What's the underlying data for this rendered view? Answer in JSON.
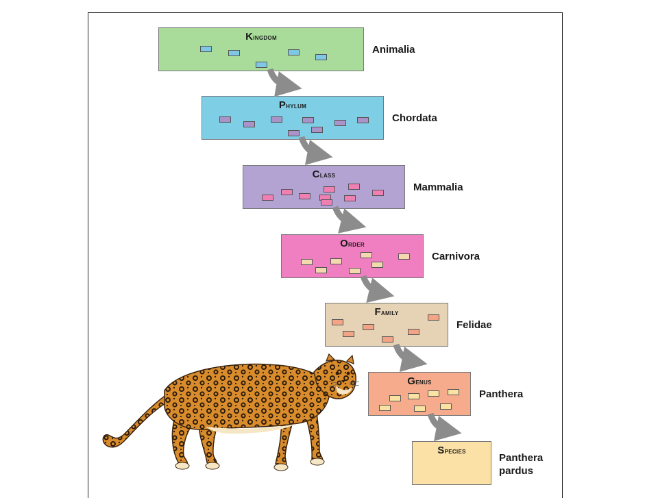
{
  "tiers": [
    {
      "rank": "Kingdom",
      "taxon": "Animalia",
      "fill": "#a9dc9b",
      "chip": "#7ec8e3"
    },
    {
      "rank": "Phylum",
      "taxon": "Chordata",
      "fill": "#7ecfe6",
      "chip": "#a993c8"
    },
    {
      "rank": "Class",
      "taxon": "Mammalia",
      "fill": "#b3a3d3",
      "chip": "#f07fb4"
    },
    {
      "rank": "Order",
      "taxon": "Carnivora",
      "fill": "#ef7fc1",
      "chip": "#f4d9b0"
    },
    {
      "rank": "Family",
      "taxon": "Felidae",
      "fill": "#e6d3b5",
      "chip": "#f2a487"
    },
    {
      "rank": "Genus",
      "taxon": "Panthera",
      "fill": "#f6ac8c",
      "chip": "#f9e2a2"
    },
    {
      "rank": "Species",
      "taxon_line1": "Panthera",
      "taxon_line2": "pardus",
      "fill": "#fbe1a6"
    }
  ],
  "colors": {
    "arrow": "#8c8c8c",
    "leopard_coat": "#d98c2b",
    "leopard_spot": "#2b1a0c",
    "leopard_belly": "#f5e7c6"
  },
  "illustration": "leopard-icon"
}
